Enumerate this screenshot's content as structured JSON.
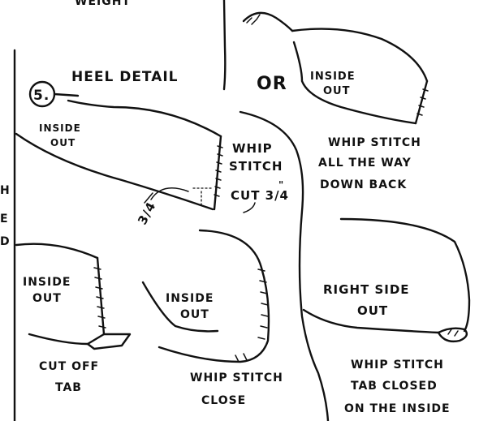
{
  "labels": {
    "top_fragment": "WEIGHT",
    "heel_detail": "HEEL DETAIL",
    "step_number": "5.",
    "inside_out_a": [
      "INSIDE",
      "OUT"
    ],
    "whip_stitch_a": [
      "WHIP",
      "STITCH"
    ],
    "cut_three_quarter": "CUT 3/4",
    "cut_quote": "\"",
    "three_quarter_small": "3/4",
    "left_edge_fragment": [
      "H",
      "E",
      "D"
    ],
    "or": "OR",
    "inside_out_b": [
      "INSIDE",
      "OUT"
    ],
    "whip_stitch_back": [
      "WHIP STITCH",
      "ALL THE WAY",
      "DOWN BACK"
    ],
    "inside_out_c": [
      "INSIDE",
      "OUT"
    ],
    "cut_off_tab": [
      "CUT OFF",
      "TAB"
    ],
    "inside_out_d": [
      "INSIDE",
      "OUT"
    ],
    "whip_stitch_close": [
      "WHIP STITCH",
      "CLOSE"
    ],
    "right_side_out": [
      "RIGHT SIDE",
      "OUT"
    ],
    "whip_stitch_tab": [
      "WHIP STITCH",
      "TAB CLOSED",
      "ON THE INSIDE"
    ]
  },
  "colors": {
    "ink": "#111111",
    "paper": "#ffffff"
  }
}
